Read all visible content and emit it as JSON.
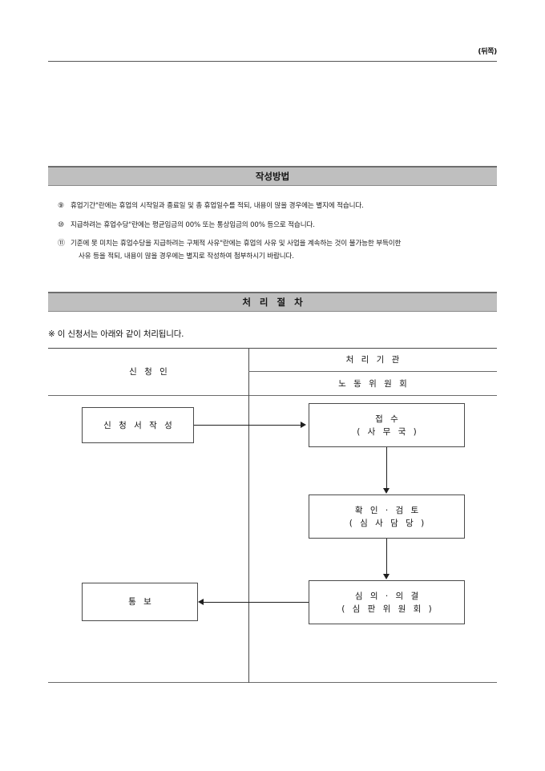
{
  "page": {
    "corner_note": "(뒤쪽)"
  },
  "sections": {
    "method": {
      "title": "작성방법",
      "notes": [
        {
          "marker": "⑨",
          "text": "휴업기간\"란에는 휴업의 시작일과 종료일 및 총 휴업일수를 적되, 내용이 많을 경우에는 별지에 적습니다.",
          "continuation": ""
        },
        {
          "marker": "⑩",
          "text": "지급하려는 휴업수당\"란에는 평균임금의 00% 또는 통상임금의 00% 등으로 적습니다.",
          "continuation": ""
        },
        {
          "marker": "⑪",
          "text": "기준에 못 미치는 휴업수당을 지급하려는 구체적 사유\"란에는 휴업의 사유 및 사업을 계속하는 것이 불가능한 부득이한",
          "continuation": "사유 등을 적되, 내용이 많을 경우에는 별지로 작성하여 첨부하시기 바랍니다."
        }
      ]
    },
    "process": {
      "title": "처 리 절 차",
      "note": "※ 이 신청서는 아래와 같이 처리됩니다.",
      "columns": {
        "applicant": "신 청 인",
        "agency": "처 리 기 관",
        "commission": "노 동 위 원 회"
      },
      "boxes": {
        "write": {
          "line1": "신 청 서 작 성",
          "line2": ""
        },
        "receipt": {
          "line1": "접 수",
          "line2": "( 사 무 국 )"
        },
        "review": {
          "line1": "확 인 · 검 토",
          "line2": "( 심 사 담 당 )"
        },
        "decision": {
          "line1": "심 의 · 의 결",
          "line2": "( 심 판 위 원 회 )"
        },
        "notify": {
          "line1": "통 보",
          "line2": ""
        }
      }
    }
  },
  "colors": {
    "bar_background": "#bfbfbf",
    "rule": "#4a4a4a",
    "text": "#151515"
  }
}
